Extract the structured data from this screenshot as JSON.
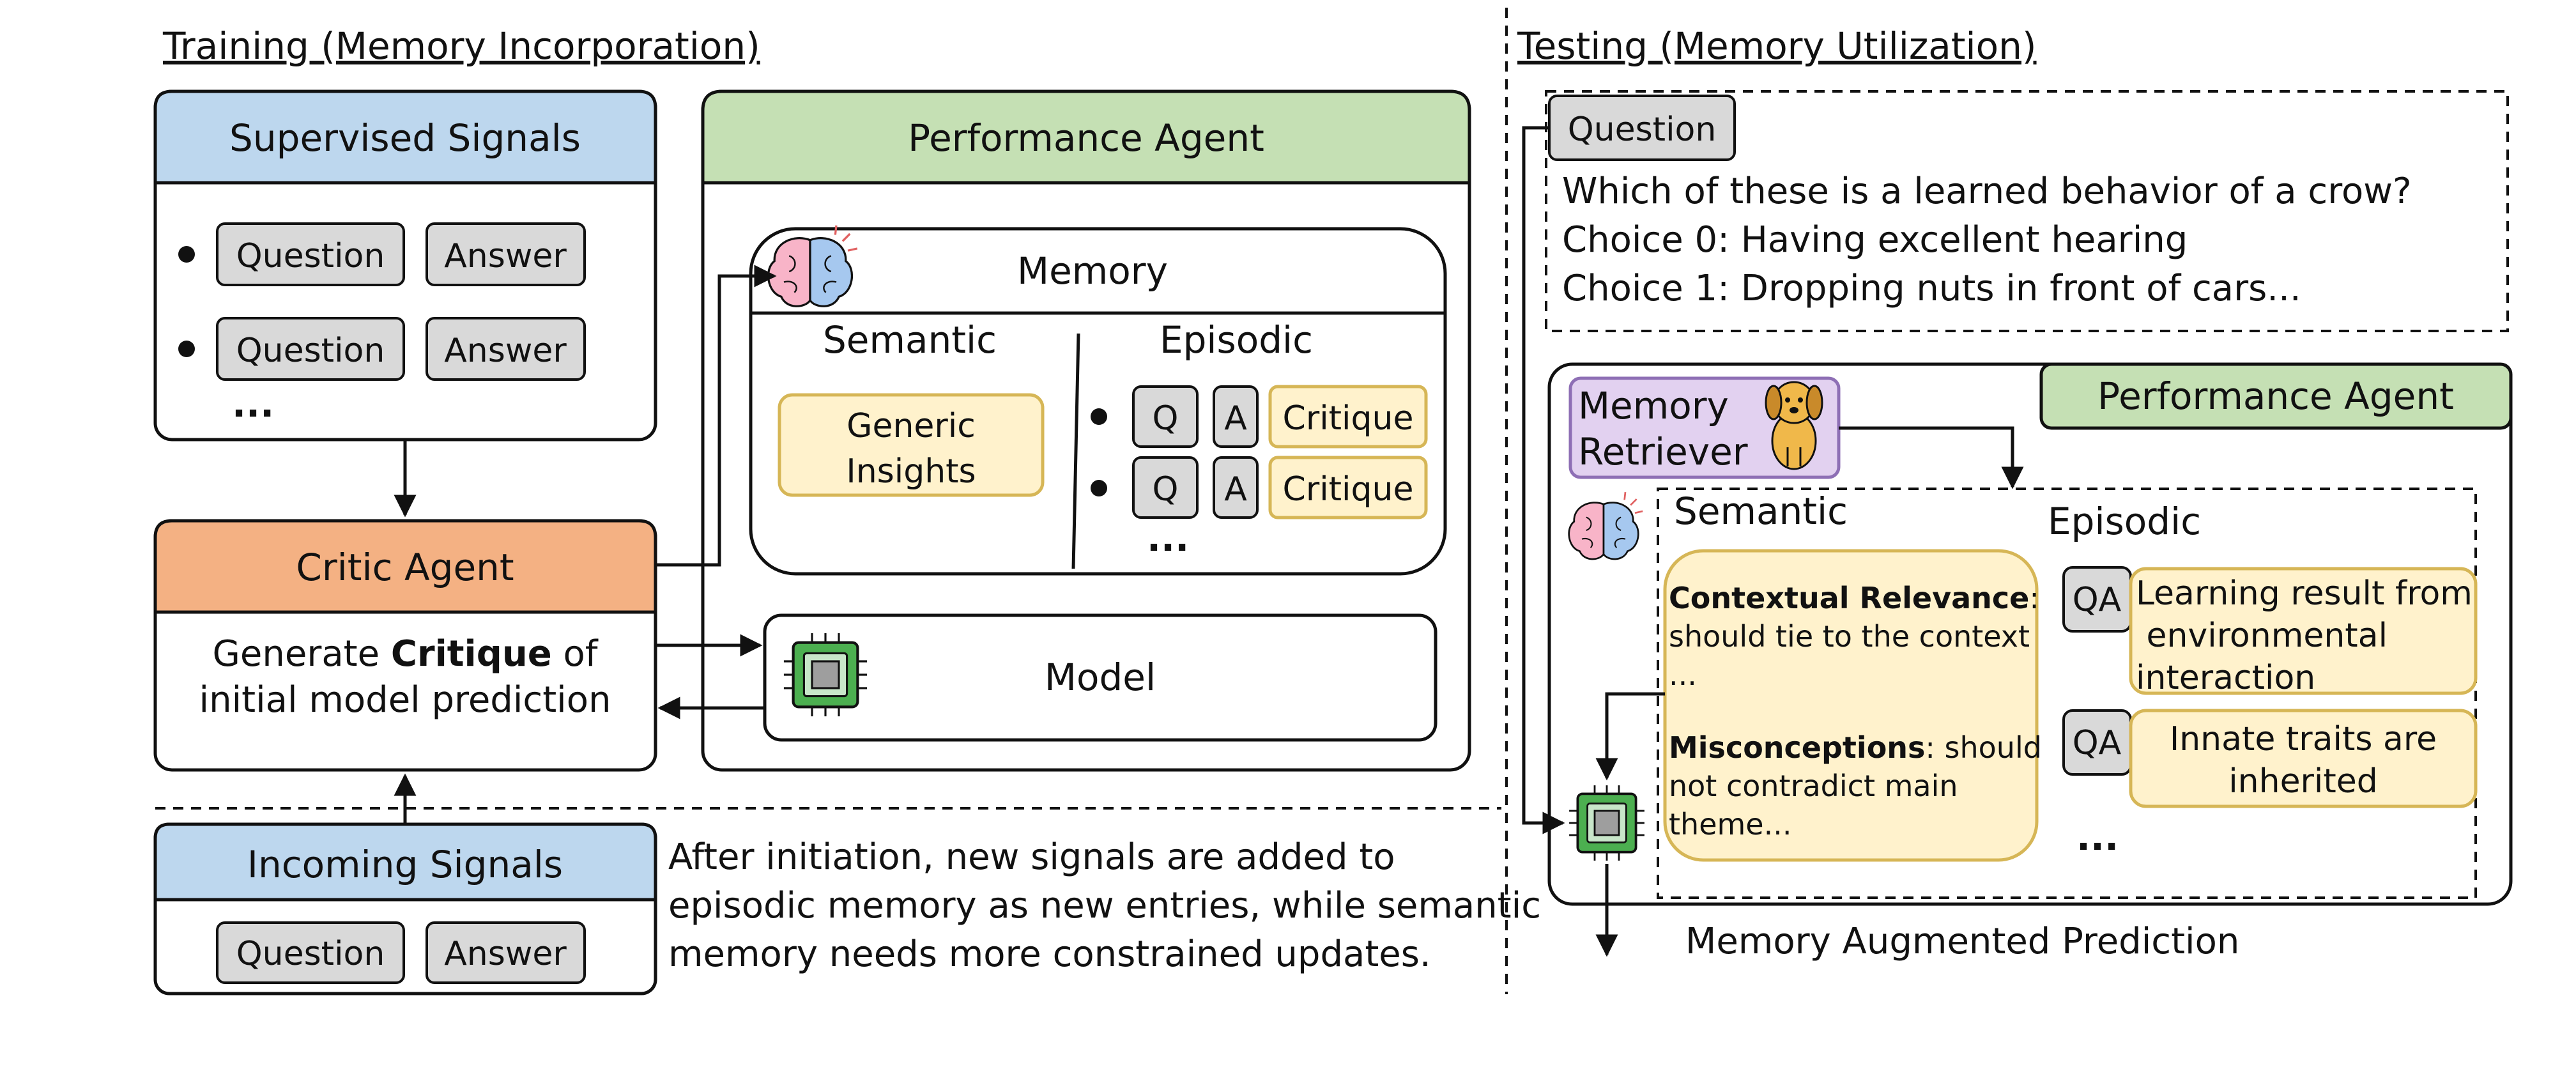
{
  "training": {
    "section_title": "Training (Memory Incorporation)",
    "supervised": {
      "title": "Supervised Signals",
      "rows": [
        {
          "question": "Question",
          "answer": "Answer"
        },
        {
          "question": "Question",
          "answer": "Answer"
        }
      ],
      "ellipsis": "..."
    },
    "critic": {
      "title": "Critic Agent",
      "desc_prefix": "Generate ",
      "desc_bold": "Critique",
      "desc_suffix": " of",
      "desc_line2": "initial model prediction"
    },
    "performance": {
      "title": "Performance Agent",
      "memory_title": "Memory",
      "semantic_title": "Semantic",
      "semantic_item_line1": "Generic",
      "semantic_item_line2": "Insights",
      "episodic_title": "Episodic",
      "episodic_rows": [
        {
          "q": "Q",
          "a": "A",
          "critique": "Critique"
        },
        {
          "q": "Q",
          "a": "A",
          "critique": "Critique"
        }
      ],
      "episodic_ellipsis": "...",
      "model_label": "Model"
    },
    "incoming": {
      "title": "Incoming Signals",
      "question": "Question",
      "answer": "Answer"
    },
    "note_lines": [
      "After initiation, new signals are added to",
      "episodic memory as new entries, while semantic",
      "memory needs more constrained updates."
    ]
  },
  "testing": {
    "section_title": "Testing (Memory Utilization)",
    "question_tag": "Question",
    "question_lines": [
      "Which of these is a learned behavior of a crow?",
      "Choice 0: Having excellent hearing",
      "Choice 1: Dropping nuts in front of cars..."
    ],
    "retriever_line1": "Memory",
    "retriever_line2": "Retriever",
    "performance_title": "Performance Agent",
    "semantic_title": "Semantic",
    "semantic_blocks": [
      {
        "bold": "Contextual Relevance",
        "rest": ":",
        "lines": [
          "should tie to the context",
          "..."
        ]
      },
      {
        "bold": "Misconceptions",
        "rest": ": should",
        "lines": [
          "not contradict main",
          "theme..."
        ]
      }
    ],
    "episodic_title": "Episodic",
    "episodic_items": [
      {
        "tag": "QA",
        "lines": [
          "Learning result from",
          " environmental",
          "interaction"
        ]
      },
      {
        "tag": "QA",
        "lines": [
          "Innate traits are",
          "inherited"
        ]
      }
    ],
    "episodic_ellipsis": "...",
    "output_label": "Memory Augmented Prediction"
  },
  "colors": {
    "supervised_header": "#bdd7ee",
    "performance_header": "#c5e0b4",
    "critic_header": "#f4b183",
    "retriever_fill": "#e2d1f0",
    "insight_fill": "#fff2cc",
    "insight_border": "#d6b656",
    "pill_fill": "#d9d9d9",
    "chip_green": "#4caf50"
  }
}
